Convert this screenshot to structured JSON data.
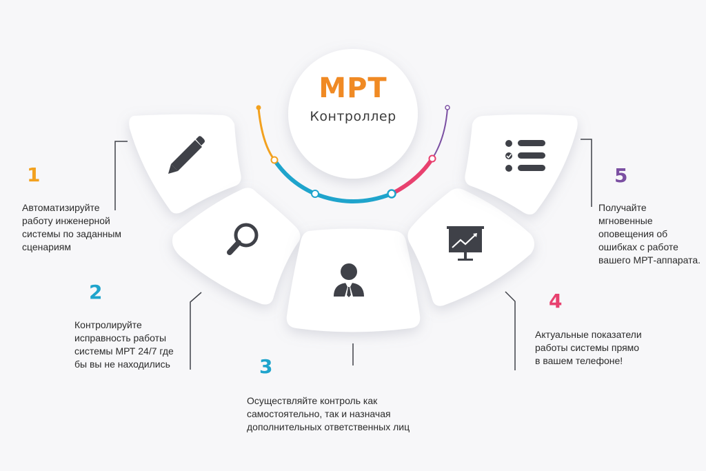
{
  "center": {
    "title": "МРТ",
    "subtitle": "Контроллер",
    "title_color": "#f08a24"
  },
  "steps": [
    {
      "number": "1",
      "color": "#f2a11f",
      "icon": "pencil-icon",
      "text": "Автоматизируйте работу инженерной системы по заданным сценариям"
    },
    {
      "number": "2",
      "color": "#1fa4cc",
      "icon": "magnifier-icon",
      "text": "Контролируйте исправность работы системы МРТ 24/7 где бы вы не находились"
    },
    {
      "number": "3",
      "color": "#1fa4cc",
      "icon": "manager-icon",
      "text": "Осуществляйте контроль как самостоятельно, так и назначая дополнительных ответственных лиц"
    },
    {
      "number": "4",
      "color": "#e8416f",
      "icon": "chart-screen-icon",
      "text": "Актуальные показатели работы системы прямо в вашем телефоне!"
    },
    {
      "number": "5",
      "color": "#7b4fa2",
      "icon": "checklist-icon",
      "text": "Получайте мгновенные оповещения об ошибках с работе вашего МРТ-аппарата."
    }
  ],
  "arc_colors": {
    "orange": "#f2a11f",
    "blue": "#1fa4cc",
    "pink": "#e8416f",
    "purple": "#7b4fa2"
  }
}
